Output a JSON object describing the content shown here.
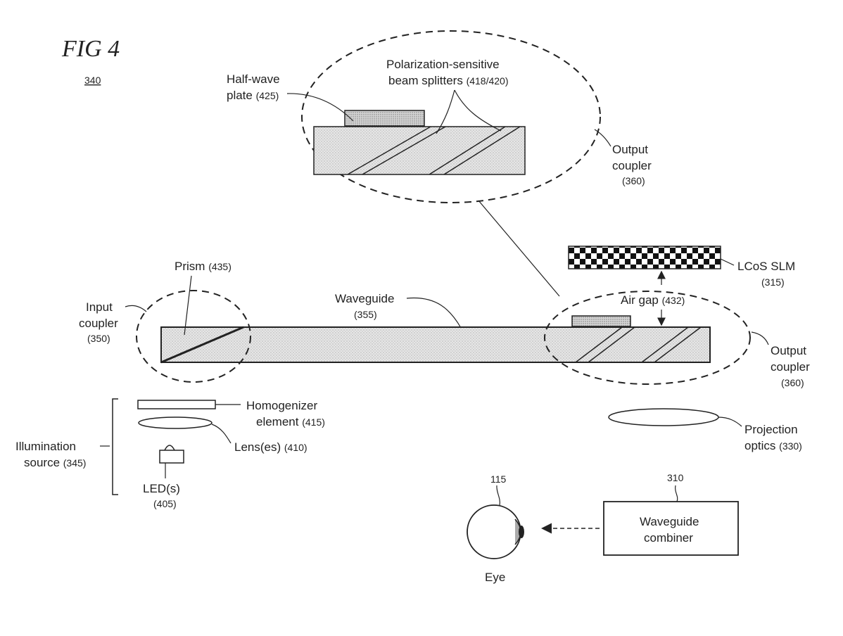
{
  "figure": {
    "title": "FIG 4",
    "number": "340"
  },
  "labels": {
    "half_wave_plate": {
      "line1": "Half-wave",
      "line2": "plate",
      "ref": "(425)"
    },
    "beam_splitters": {
      "line1": "Polarization-sensitive",
      "line2": "beam splitters",
      "ref": "(418/420)"
    },
    "output_coupler_top": {
      "line1": "Output",
      "line2": "coupler",
      "ref": "(360)"
    },
    "lcos_slm": {
      "line1": "LCoS SLM",
      "ref": "(315)"
    },
    "prism": {
      "line1": "Prism",
      "ref": "(435)"
    },
    "input_coupler": {
      "line1": "Input",
      "line2": "coupler",
      "ref": "(350)"
    },
    "waveguide": {
      "line1": "Waveguide",
      "ref": "(355)"
    },
    "air_gap": {
      "line1": "Air gap",
      "ref": "(432)"
    },
    "output_coupler": {
      "line1": "Output",
      "line2": "coupler",
      "ref": "(360)"
    },
    "homogenizer": {
      "line1": "Homogenizer",
      "line2": "element",
      "ref": "(415)"
    },
    "lenses": {
      "line1": "Lens(es)",
      "ref": "(410)"
    },
    "illumination": {
      "line1": "Illumination",
      "line2": "source",
      "ref": "(345)"
    },
    "led": {
      "line1": "LED(s)",
      "ref": "(405)"
    },
    "projection_optics": {
      "line1": "Projection",
      "line2": "optics",
      "ref": "(330)"
    },
    "eye": {
      "line1": "Eye",
      "ref": "115"
    },
    "waveguide_combiner": {
      "line1": "Waveguide",
      "line2": "combiner",
      "ref": "310"
    }
  }
}
